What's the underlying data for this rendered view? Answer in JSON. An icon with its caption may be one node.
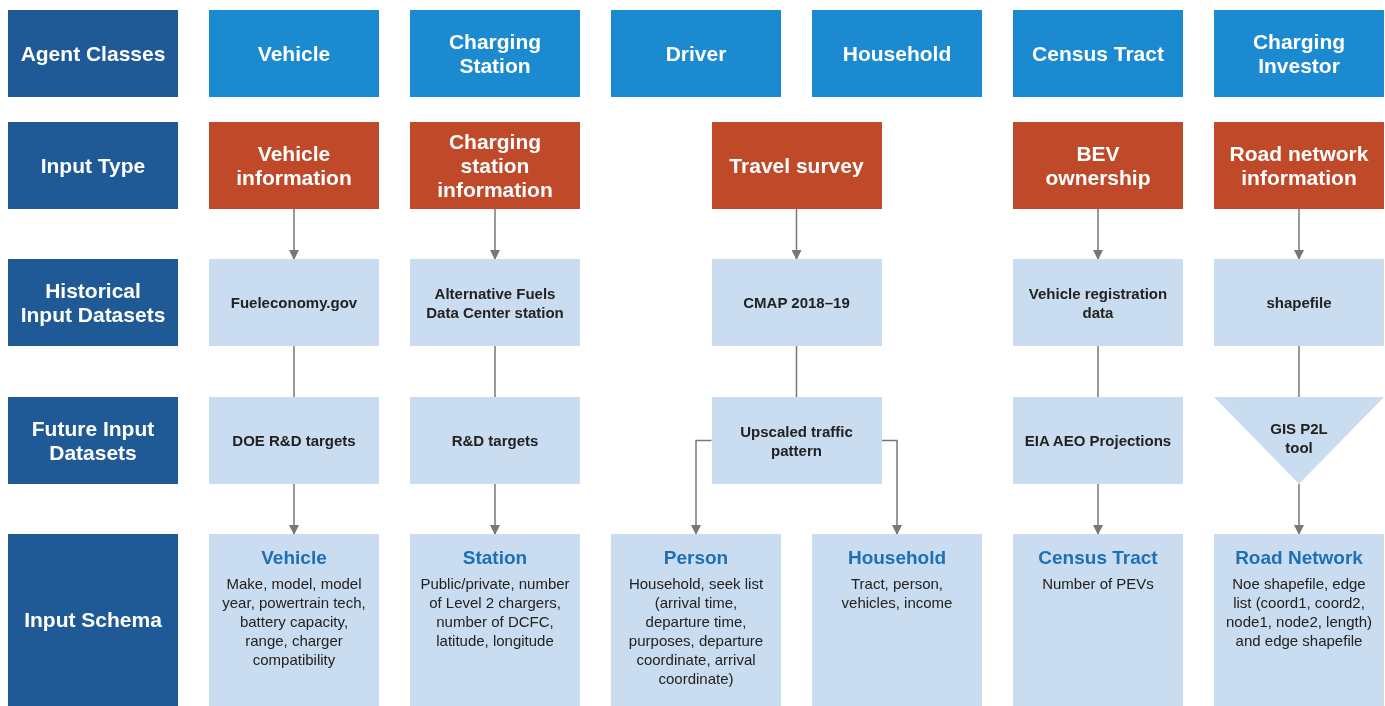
{
  "diagram": {
    "nodes": [
      {
        "text": [
          "Agent Classes"
        ]
      },
      {
        "text": [
          "Vehicle"
        ]
      },
      {
        "text": [
          "Charging Station"
        ]
      },
      {
        "text": [
          "Driver"
        ]
      },
      {
        "text": [
          "Household"
        ]
      },
      {
        "text": [
          "Census Tract"
        ]
      },
      {
        "text": [
          "Charging Investor"
        ]
      },
      {
        "text": [
          "Input Type"
        ]
      },
      {
        "text": [
          "Vehicle information"
        ]
      },
      {
        "text": [
          "Charging station information"
        ]
      },
      {
        "text": [
          "Travel survey"
        ]
      },
      {
        "text": [
          "BEV ownership"
        ]
      },
      {
        "text": [
          "Road network information"
        ]
      },
      {
        "text": [
          "Historical Input Datasets"
        ]
      },
      {
        "text": [
          "Fueleconomy.gov"
        ]
      },
      {
        "text": [
          "Alternative Fuels Data Center station"
        ]
      },
      {
        "text": [
          "CMAP 2018–19"
        ]
      },
      {
        "text": [
          "Vehicle registration data"
        ]
      },
      {
        "text": [
          "shapefile"
        ]
      },
      {
        "text": [
          "Future Input Datasets"
        ]
      },
      {
        "text": [
          "DOE R&D targets"
        ]
      },
      {
        "text": [
          "R&D targets"
        ]
      },
      {
        "text": [
          "Upscaled traffic pattern"
        ]
      },
      {
        "text": [
          "EIA AEO Projections"
        ]
      },
      {
        "text": [
          "GIS P2L tool"
        ]
      },
      {
        "text": [
          "Input Schema"
        ]
      },
      {
        "text": [
          "Vehicle",
          "Make, model, model year, powertrain tech, battery capacity, range, charger compatibility"
        ]
      },
      {
        "text": [
          "Station",
          "Public/private, number of Level 2 chargers, number of DCFC, latitude, longitude"
        ]
      },
      {
        "text": [
          "Person",
          "Household, seek list (arrival time, departure time, purposes, departure coordinate, arrival coordinate)"
        ]
      },
      {
        "text": [
          "Household",
          "Tract, person, vehicles, income"
        ]
      },
      {
        "text": [
          "Census Tract",
          "Number of PEVs"
        ]
      },
      {
        "text": [
          "Road Network",
          "Noe shapefile, edge list (coord1, coord2, node1, node2, length) and edge shapefile"
        ]
      }
    ],
    "edges": [
      {
        "from": 8,
        "to": 14,
        "arrow": "to"
      },
      {
        "from": 14,
        "to": 20,
        "arrow": "none"
      },
      {
        "from": 20,
        "to": 26,
        "arrow": "to"
      },
      {
        "from": 9,
        "to": 15,
        "arrow": "to"
      },
      {
        "from": 15,
        "to": 21,
        "arrow": "none"
      },
      {
        "from": 21,
        "to": 27,
        "arrow": "to"
      },
      {
        "from": 10,
        "to": 16,
        "arrow": "to"
      },
      {
        "from": 16,
        "to": 22,
        "arrow": "none"
      },
      {
        "from": 22,
        "to": 28,
        "arrow": "to"
      },
      {
        "from": 22,
        "to": 29,
        "arrow": "to"
      },
      {
        "from": 11,
        "to": 17,
        "arrow": "to"
      },
      {
        "from": 17,
        "to": 23,
        "arrow": "none"
      },
      {
        "from": 23,
        "to": 30,
        "arrow": "to"
      },
      {
        "from": 12,
        "to": 18,
        "arrow": "to"
      },
      {
        "from": 18,
        "to": 24,
        "arrow": "none"
      },
      {
        "from": 24,
        "to": 31,
        "arrow": "to"
      }
    ]
  }
}
